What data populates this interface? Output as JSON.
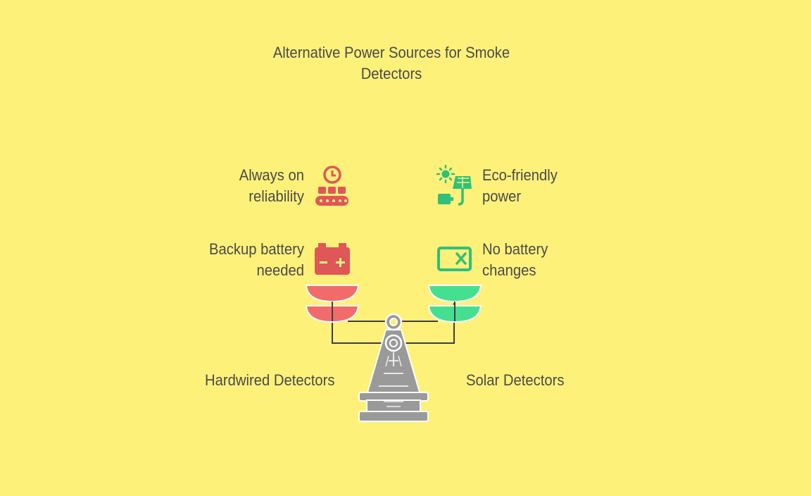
{
  "title": "Alternative Power Sources for Smoke Detectors",
  "left": {
    "name": "Hardwired Detectors",
    "color": "#f26b6b",
    "icon_color": "#e05757",
    "items": [
      {
        "label_line1": "Always on",
        "label_line2": "reliability",
        "icon": "clock-conveyor-icon"
      },
      {
        "label_line1": "Backup battery",
        "label_line2": "needed",
        "icon": "car-battery-icon"
      }
    ]
  },
  "right": {
    "name": "Solar Detectors",
    "color": "#45e08f",
    "icon_color": "#2fc07a",
    "items": [
      {
        "label_line1": "Eco-friendly",
        "label_line2": "power",
        "icon": "solar-panel-icon"
      },
      {
        "label_line1": "No battery",
        "label_line2": "changes",
        "icon": "no-battery-icon"
      }
    ]
  },
  "colors": {
    "background": "#fef17a",
    "scale": "#9a9a9a",
    "text": "#4a4a4a"
  }
}
